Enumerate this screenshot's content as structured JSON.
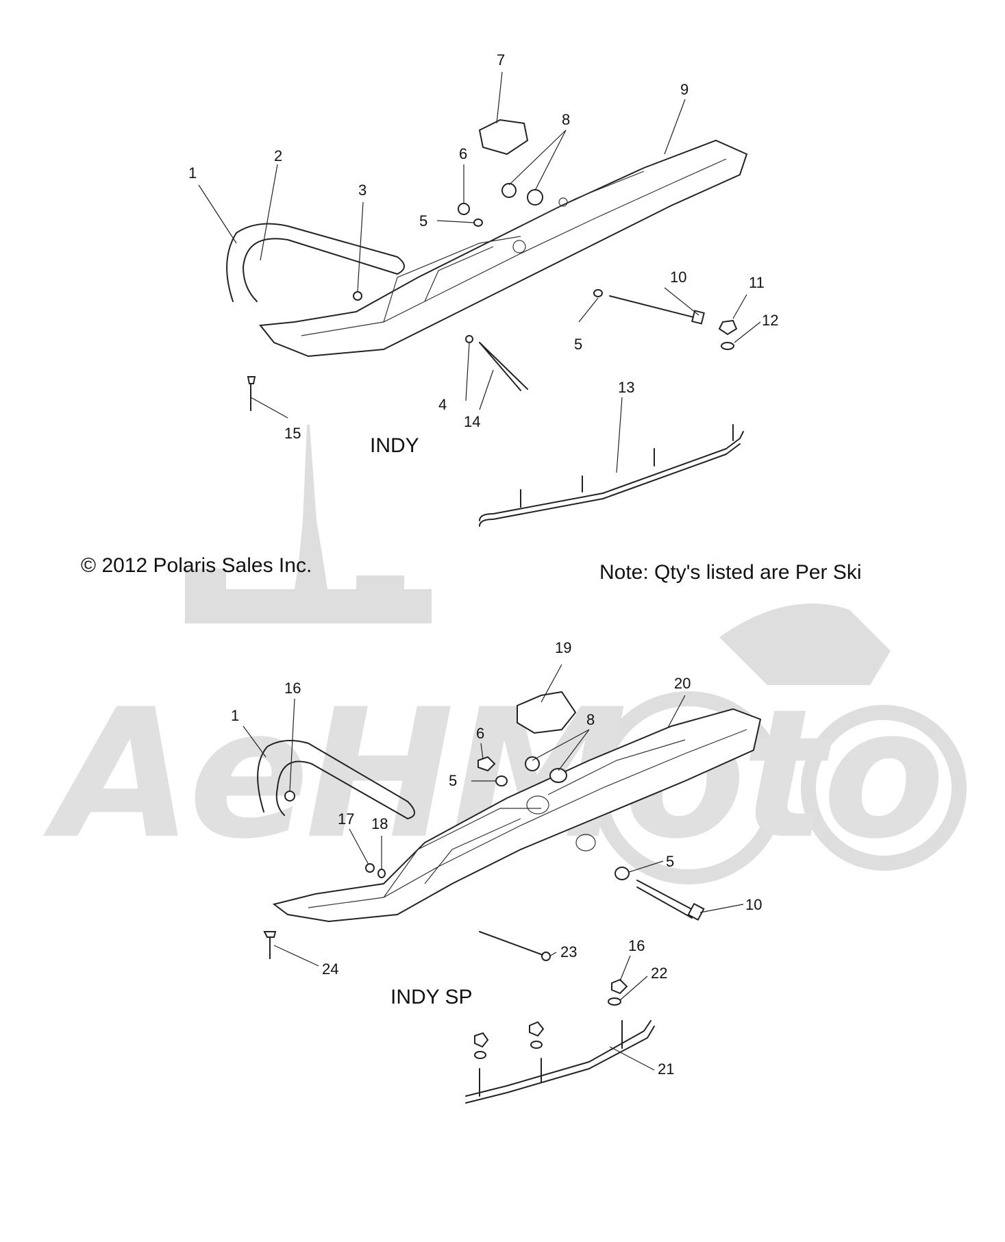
{
  "copyright": "© 2012 Polaris Sales Inc.",
  "note": "Note: Qty's listed are Per Ski",
  "watermark": "AeHMoto",
  "assemblies": [
    {
      "label": "INDY"
    },
    {
      "label": "INDY SP"
    }
  ],
  "callouts": [
    "1",
    "2",
    "3",
    "4",
    "5",
    "5",
    "5",
    "6",
    "7",
    "8",
    "9",
    "10",
    "11",
    "12",
    "13",
    "14",
    "15",
    "1",
    "16",
    "17",
    "18",
    "19",
    "20",
    "6",
    "8",
    "5",
    "5",
    "10",
    "23",
    "16",
    "22",
    "21",
    "24"
  ],
  "colors": {
    "line": "#222222",
    "watermark": "#d9d9d9"
  }
}
